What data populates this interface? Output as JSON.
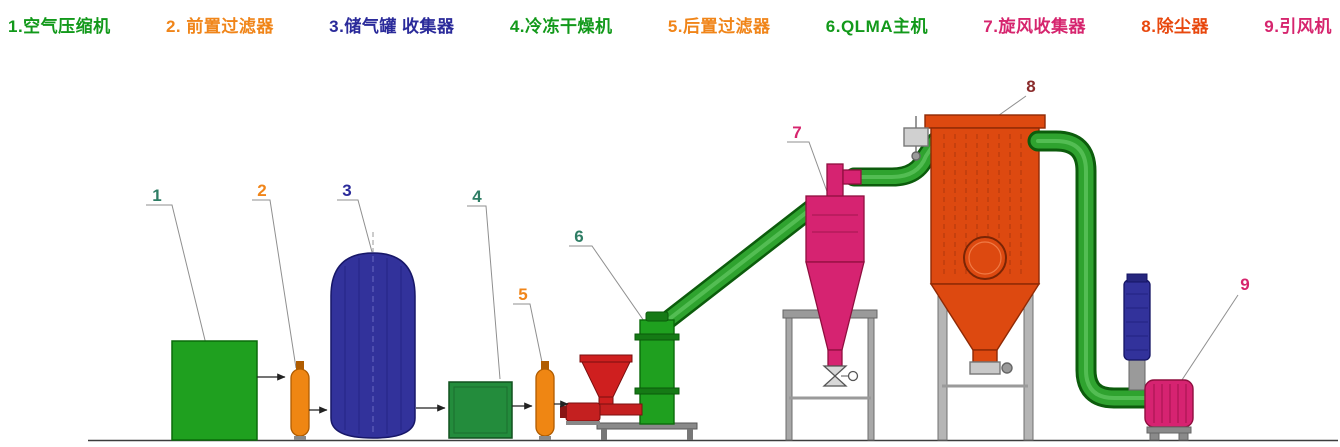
{
  "legend": {
    "items": [
      {
        "label": "1.空气压缩机",
        "color": "#12991a"
      },
      {
        "label": "2. 前置过滤器",
        "color": "#f08519"
      },
      {
        "label": "3.储气罐 收集器",
        "color": "#2a2a9a"
      },
      {
        "label": "4.冷冻干燥机",
        "color": "#12991a"
      },
      {
        "label": "5.后置过滤器",
        "color": "#f08519"
      },
      {
        "label": "6.QLMA主机",
        "color": "#12991a"
      },
      {
        "label": "7.旋风收集器",
        "color": "#d6256e"
      },
      {
        "label": "8.除尘器",
        "color": "#e8480e"
      },
      {
        "label": "9.引风机",
        "color": "#d6256e"
      }
    ]
  },
  "callouts": [
    {
      "number": "1",
      "color": "#2e7d64"
    },
    {
      "number": "2",
      "color": "#f08519"
    },
    {
      "number": "3",
      "color": "#2a2a9a"
    },
    {
      "number": "4",
      "color": "#2e7d64"
    },
    {
      "number": "5",
      "color": "#f08519"
    },
    {
      "number": "6",
      "color": "#2e7d64"
    },
    {
      "number": "7",
      "color": "#d6256e"
    },
    {
      "number": "8",
      "color": "#8a2b2b"
    },
    {
      "number": "9",
      "color": "#d6256e"
    }
  ],
  "palette": {
    "equipment_green": "#1fa01f",
    "equipment_dark_green": "#238c3c",
    "filter_orange": "#ef8613",
    "tank_navy": "#32329b",
    "cyclone_magenta": "#d62371",
    "baghouse_orange_red": "#dd4910",
    "pipe_green": "#2fa32f",
    "hopper_red": "#cf1f1f",
    "frame_grey": "#9a9a9a"
  }
}
